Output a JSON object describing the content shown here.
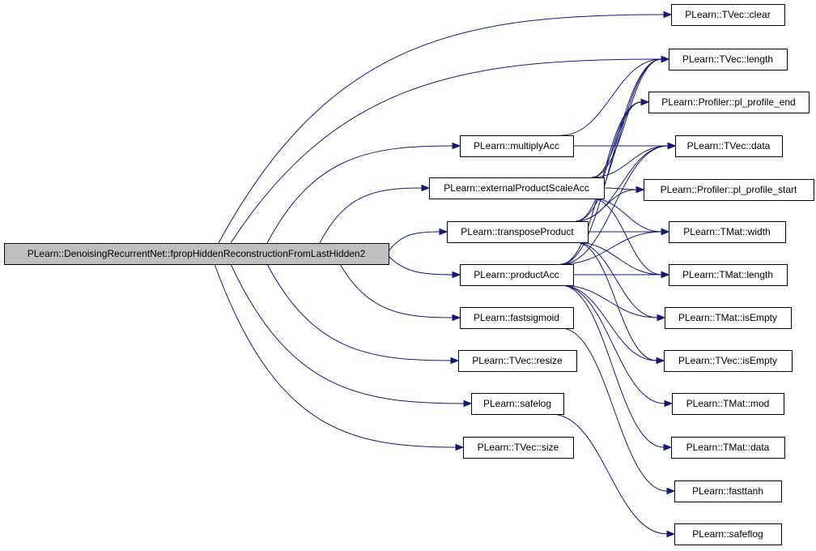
{
  "diagram": {
    "root": "PLearn::DenoisingRecurrentNet::fpropHiddenReconstructionFromLastHidden2",
    "nodes": {
      "root": "PLearn::DenoisingRecurrentNet::fpropHiddenReconstructionFromLastHidden2",
      "multiplyAcc": "PLearn::multiplyAcc",
      "externalProductScaleAcc": "PLearn::externalProductScaleAcc",
      "transposeProduct": "PLearn::transposeProduct",
      "productAcc": "PLearn::productAcc",
      "fastsigmoid": "PLearn::fastsigmoid",
      "tvecResize": "PLearn::TVec::resize",
      "safelog": "PLearn::safelog",
      "tvecSize": "PLearn::TVec::size",
      "tvecClear": "PLearn::TVec::clear",
      "tvecLength": "PLearn::TVec::length",
      "profileEnd": "PLearn::Profiler::pl_profile_end",
      "tvecData": "PLearn::TVec::data",
      "profileStart": "PLearn::Profiler::pl_profile_start",
      "tmatWidth": "PLearn::TMat::width",
      "tmatLength": "PLearn::TMat::length",
      "tmatIsEmpty": "PLearn::TMat::isEmpty",
      "tvecIsEmpty": "PLearn::TVec::isEmpty",
      "tmatMod": "PLearn::TMat::mod",
      "tmatData": "PLearn::TMat::data",
      "fasttanh": "PLearn::fasttanh",
      "safeflog": "PLearn::safeflog"
    },
    "edges": [
      [
        "root",
        "tvecClear"
      ],
      [
        "root",
        "tvecLength"
      ],
      [
        "root",
        "multiplyAcc"
      ],
      [
        "root",
        "externalProductScaleAcc"
      ],
      [
        "root",
        "transposeProduct"
      ],
      [
        "root",
        "productAcc"
      ],
      [
        "root",
        "fastsigmoid"
      ],
      [
        "root",
        "tvecResize"
      ],
      [
        "root",
        "safelog"
      ],
      [
        "root",
        "tvecSize"
      ],
      [
        "multiplyAcc",
        "tvecLength"
      ],
      [
        "multiplyAcc",
        "tvecData"
      ],
      [
        "externalProductScaleAcc",
        "tvecLength"
      ],
      [
        "externalProductScaleAcc",
        "profileEnd"
      ],
      [
        "externalProductScaleAcc",
        "tvecData"
      ],
      [
        "externalProductScaleAcc",
        "profileStart"
      ],
      [
        "externalProductScaleAcc",
        "tmatWidth"
      ],
      [
        "externalProductScaleAcc",
        "tmatLength"
      ],
      [
        "transposeProduct",
        "tvecLength"
      ],
      [
        "transposeProduct",
        "profileEnd"
      ],
      [
        "transposeProduct",
        "tvecData"
      ],
      [
        "transposeProduct",
        "profileStart"
      ],
      [
        "transposeProduct",
        "tmatWidth"
      ],
      [
        "transposeProduct",
        "tmatLength"
      ],
      [
        "transposeProduct",
        "tmatIsEmpty"
      ],
      [
        "transposeProduct",
        "tvecIsEmpty"
      ],
      [
        "productAcc",
        "tvecLength"
      ],
      [
        "productAcc",
        "profileEnd"
      ],
      [
        "productAcc",
        "tvecData"
      ],
      [
        "productAcc",
        "tmatWidth"
      ],
      [
        "productAcc",
        "tmatLength"
      ],
      [
        "productAcc",
        "tmatIsEmpty"
      ],
      [
        "productAcc",
        "tvecIsEmpty"
      ],
      [
        "productAcc",
        "tmatMod"
      ],
      [
        "productAcc",
        "tmatData"
      ],
      [
        "fastsigmoid",
        "fasttanh"
      ],
      [
        "safelog",
        "safeflog"
      ]
    ],
    "colors": {
      "edge": "#191970",
      "root_fill": "#bfbfbf",
      "node_fill": "#ffffff",
      "node_border": "#000000"
    }
  }
}
